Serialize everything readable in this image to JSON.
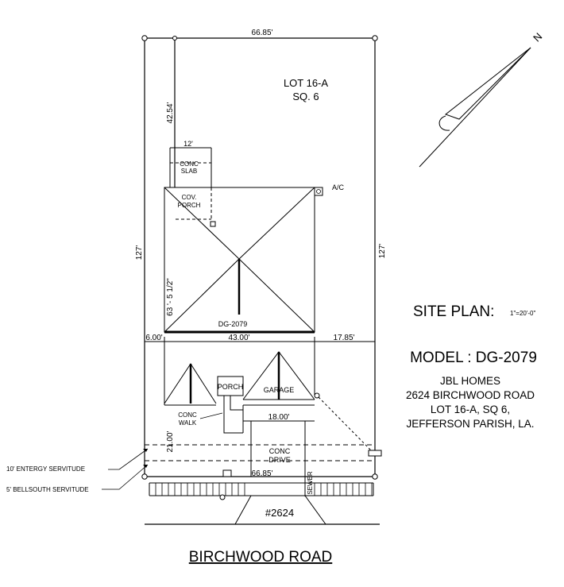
{
  "lot": {
    "line1": "LOT 16-A",
    "line2": "SQ. 6"
  },
  "dims": {
    "top_width": "66.85'",
    "bottom_width": "66.85'",
    "rear_setback": "42.54'",
    "left_depth": "127'",
    "right_depth": "127'",
    "house_depth": "63 '- 5 1/2\"",
    "slab_width": "12'",
    "left_setback": "6.00'",
    "house_width": "43.00'",
    "right_setback": "17.85'",
    "front_setback": "21.00'",
    "garage_width": "18.00'"
  },
  "labels": {
    "conc_slab_1": "CONC",
    "conc_slab_2": "SLAB",
    "cov_porch_1": "COV.",
    "cov_porch_2": "PORCH",
    "ac": "A/C",
    "house_model": "DG-2079",
    "porch": "PORCH",
    "garage": "GARAGE",
    "conc_walk_1": "CONC",
    "conc_walk_2": "WALK",
    "conc_drive_1": "CONC",
    "conc_drive_2": "DRIVE",
    "entergy": "10' ENTERGY SERVITUDE",
    "bellsouth": "5' BELLSOUTH SERVITUDE",
    "sewer": "SEWER",
    "address_number": "#2624",
    "road": "BIRCHWOOD ROAD",
    "north": "N"
  },
  "info": {
    "site_plan_title": "SITE PLAN:",
    "scale": "1\"=20'-0\"",
    "model": "MODEL : DG-2079",
    "line1": "JBL HOMES",
    "line2": "2624 BIRCHWOOD ROAD",
    "line3": "LOT 16-A,  SQ 6,",
    "line4": "JEFFERSON PARISH, LA."
  }
}
